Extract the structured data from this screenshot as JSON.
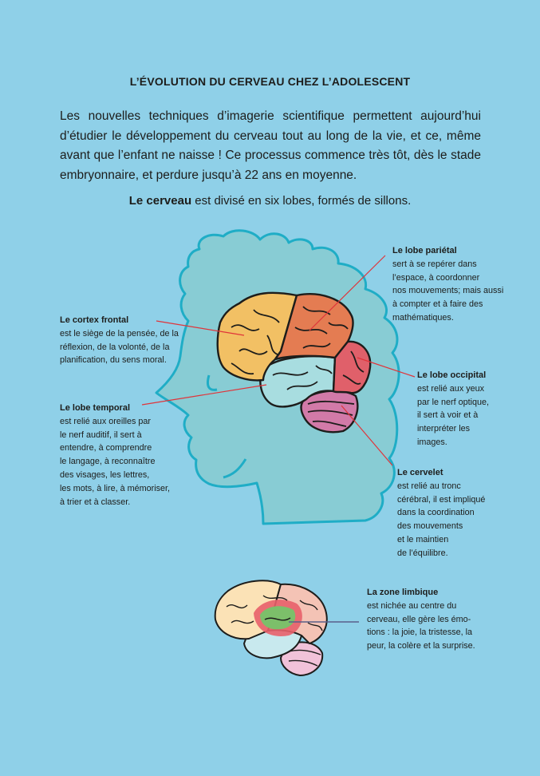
{
  "title": "L’ÉVOLUTION DU CERVEAU CHEZ L’ADOLESCENT",
  "intro": "Les nouvelles techniques d’imagerie scientifique permettent aujourd’hui d’étudier le développement du cerveau tout au long de la vie, et ce, même avant que l’enfant ne naisse ! Ce processus commence très tôt, dès le stade embryonnaire, et perdure jusqu’à 22 ans en moyenne.",
  "subtitle": {
    "bold": "Le cerveau",
    "rest": " est divisé en six lobes, formés de sillons."
  },
  "labels": {
    "frontal": {
      "title": "Le cortex frontal",
      "body": "est le siège de la pensée, de la\nréflexion, de la volonté, de la\nplanification, du sens moral."
    },
    "temporal": {
      "title": "Le lobe temporal",
      "body": "est relié aux oreilles par\n le nerf auditif, il sert à\nentendre, à comprendre\nle langage, à reconnaître\ndes visages, les lettres,\nles mots, à lire, à mémoriser,\nà trier et à classer."
    },
    "parietal": {
      "title": "Le lobe pariétal",
      "body": "sert à se repérer dans\nl’espace, à coordonner\nnos mouvements; mais aussi\nà compter et à faire des\nmathématiques."
    },
    "occipital": {
      "title": "Le lobe occipital",
      "body": "est relié aux yeux\npar le nerf optique,\nil sert à voir et à\ninterpréter les\nimages."
    },
    "cervelet": {
      "title": "Le cervelet",
      "body": "est relié au tronc\ncérébral, il est impliqué\ndans la coordination\ndes mouvements\net le maintien\nde l’équilibre."
    },
    "limbique": {
      "title": "La zone limbique",
      "body": "est nichée au centre du\ncerveau, elle gère les émo-\ntions : la joie, la tristesse, la\npeur, la colère et la surprise."
    }
  },
  "colors": {
    "background": "#8fd0e8",
    "head_fill": "#88ccd4",
    "head_stroke": "#1fadc6",
    "frontal": "#f2c064",
    "parietal": "#e47c52",
    "occipital": "#e0606a",
    "temporal": "#a8dde0",
    "cervelet": "#d27aa8",
    "pointer": "#e0343a"
  }
}
